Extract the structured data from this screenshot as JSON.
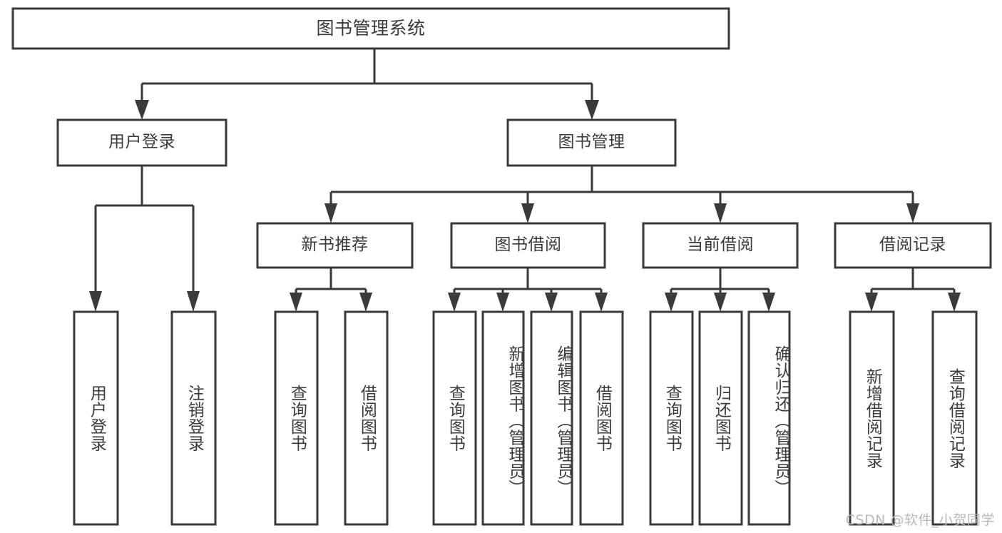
{
  "diagram": {
    "type": "tree-hierarchy",
    "title": "图书管理系统",
    "orientation": "top-down",
    "watermark": "CSDN @软件_小贺同学",
    "colors": {
      "stroke": "#3a3a3a",
      "box_fill": "#ffffff",
      "text": "#3b3b3b",
      "background": "#ffffff",
      "watermark": "#b9b9b9"
    },
    "levels": [
      {
        "level": 1,
        "nodes": [
          {
            "id": "root",
            "label": "图书管理系统",
            "orientation": "horizontal"
          }
        ]
      },
      {
        "level": 2,
        "nodes": [
          {
            "id": "login",
            "label": "用户登录",
            "orientation": "horizontal",
            "parent": "root"
          },
          {
            "id": "bookmgmt",
            "label": "图书管理",
            "orientation": "horizontal",
            "parent": "root"
          }
        ]
      },
      {
        "level": 3,
        "nodes": [
          {
            "id": "newbook",
            "label": "新书推荐",
            "orientation": "horizontal",
            "parent": "bookmgmt"
          },
          {
            "id": "borrow",
            "label": "图书借阅",
            "orientation": "horizontal",
            "parent": "bookmgmt"
          },
          {
            "id": "current",
            "label": "当前借阅",
            "orientation": "horizontal",
            "parent": "bookmgmt"
          },
          {
            "id": "records",
            "label": "借阅记录",
            "orientation": "horizontal",
            "parent": "bookmgmt"
          }
        ]
      },
      {
        "level": 4,
        "nodes": [
          {
            "id": "leaf-user-login",
            "label": "用户登录",
            "orientation": "vertical",
            "parent": "login"
          },
          {
            "id": "leaf-user-logout",
            "label": "注销登录",
            "orientation": "vertical",
            "parent": "login"
          },
          {
            "id": "leaf-new-query",
            "label": "查询图书",
            "orientation": "vertical",
            "parent": "newbook"
          },
          {
            "id": "leaf-new-borrow",
            "label": "借阅图书",
            "orientation": "vertical",
            "parent": "newbook"
          },
          {
            "id": "leaf-borrow-query",
            "label": "查询图书",
            "orientation": "vertical",
            "parent": "borrow"
          },
          {
            "id": "leaf-borrow-add",
            "label": "新增图书（管理员）",
            "orientation": "vertical",
            "parent": "borrow"
          },
          {
            "id": "leaf-borrow-edit",
            "label": "编辑图书（管理员）",
            "orientation": "vertical",
            "parent": "borrow"
          },
          {
            "id": "leaf-borrow-lend",
            "label": "借阅图书",
            "orientation": "vertical",
            "parent": "borrow"
          },
          {
            "id": "leaf-cur-query",
            "label": "查询图书",
            "orientation": "vertical",
            "parent": "current"
          },
          {
            "id": "leaf-cur-return",
            "label": "归还图书",
            "orientation": "vertical",
            "parent": "current"
          },
          {
            "id": "leaf-cur-confirm",
            "label": "确认归还（管理员）",
            "orientation": "vertical",
            "parent": "current"
          },
          {
            "id": "leaf-rec-add",
            "label": "新增借阅记录",
            "orientation": "vertical",
            "parent": "records"
          },
          {
            "id": "leaf-rec-query",
            "label": "查询借阅记录",
            "orientation": "vertical",
            "parent": "records"
          }
        ]
      }
    ]
  }
}
